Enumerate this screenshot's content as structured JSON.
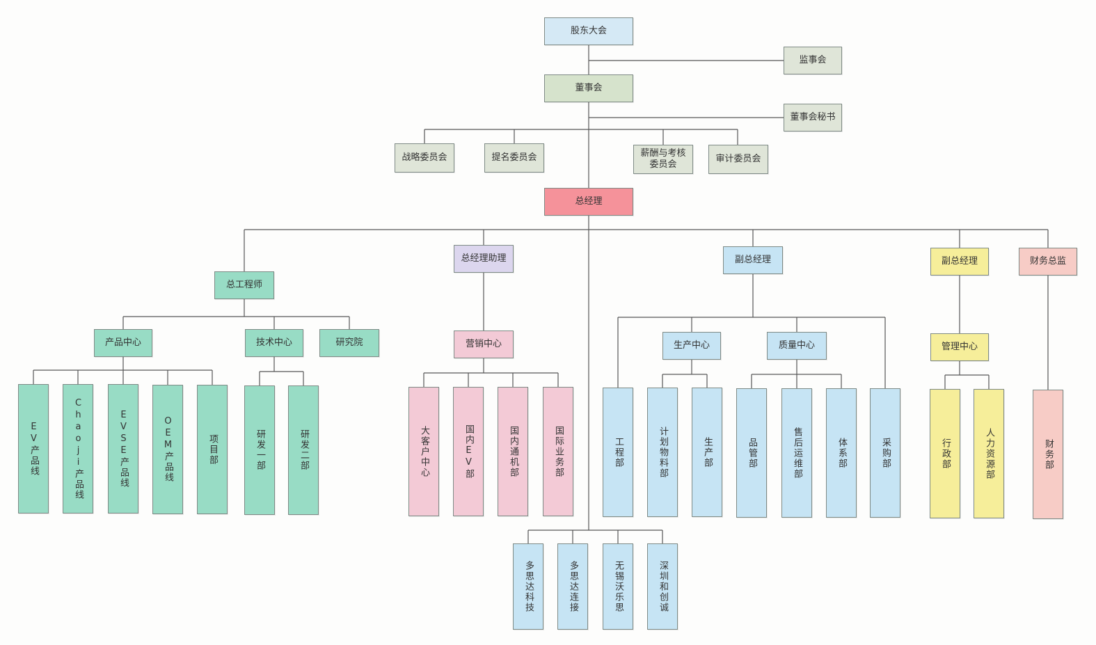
{
  "nodes": {
    "shareholders": "股东大会",
    "supervisors": "监事会",
    "board": "董事会",
    "board_secretary": "董事会秘书",
    "strategy_committee": "战略委员会",
    "nomination_committee": "提名委员会",
    "compensation_committee": "薪酬与考核\n委员会",
    "audit_committee": "审计委员会",
    "general_manager": "总经理",
    "chief_engineer": "总工程师",
    "gm_assistant": "总经理助理",
    "vice_gm_1": "副总经理",
    "vice_gm_2": "副总经理",
    "cfo": "财务总监",
    "product_center": "产品中心",
    "tech_center": "技术中心",
    "research_institute": "研究院",
    "marketing_center": "营销中心",
    "production_center": "生产中心",
    "quality_center": "质量中心",
    "management_center": "管理中心",
    "ev_line": "EV产品线",
    "chaoji_line": "Chaoji产品线",
    "evse_line": "EVSE产品线",
    "oem_line": "OEM产品线",
    "project_dept": "项目部",
    "rd1": "研发一部",
    "rd2": "研发二部",
    "key_account": "大客户中心",
    "domestic_ev": "国内EV部",
    "domestic_comm": "国内通机部",
    "international": "国际业务部",
    "engineering": "工程部",
    "planning_material": "计划物料部",
    "production_dept": "生产部",
    "quality_mgmt": "品管部",
    "after_sales": "售后运维部",
    "system_dept": "体系部",
    "purchasing": "采购部",
    "admin_dept": "行政部",
    "hr_dept": "人力资源部",
    "finance_dept": "财务部",
    "sub_tech": "多思达科技",
    "sub_connect": "多思达连接",
    "sub_wuxi": "无锡沃乐思",
    "sub_shenzhen": "深圳和创诚"
  },
  "colors": {
    "line": "#555555",
    "border": "#7e8a85",
    "blue": "#d5e9f5",
    "olive": "#d6e3cc",
    "gray": "#dfe5d8",
    "red": "#f5929a",
    "purple": "#dcd6ee",
    "teal": "#98dcc5",
    "pink": "#f3cad6",
    "light_blue": "#c6e4f4",
    "yellow": "#f6ee9a",
    "salmon": "#f7ccc6"
  }
}
